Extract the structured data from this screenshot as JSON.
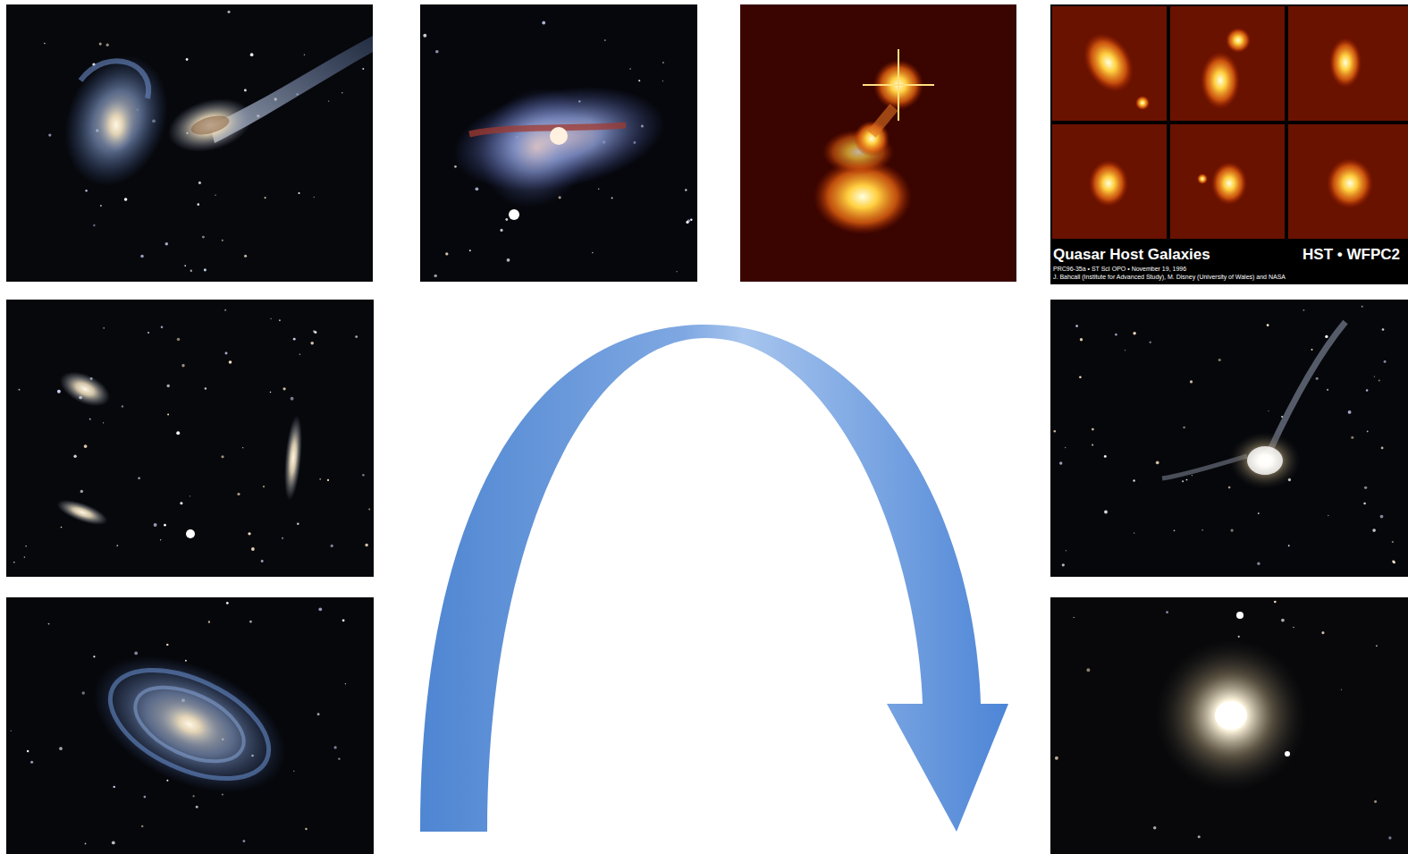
{
  "diagram": {
    "labels": [
      "Quasar Host Galaxies",
      "HST • WFPC2",
      "PRC96-35a • ST ScI OPO • November 19, 1996",
      "J. Bahcall (Institute for Advanced Study), M. Disney (University of Wales) and NASA"
    ]
  }
}
